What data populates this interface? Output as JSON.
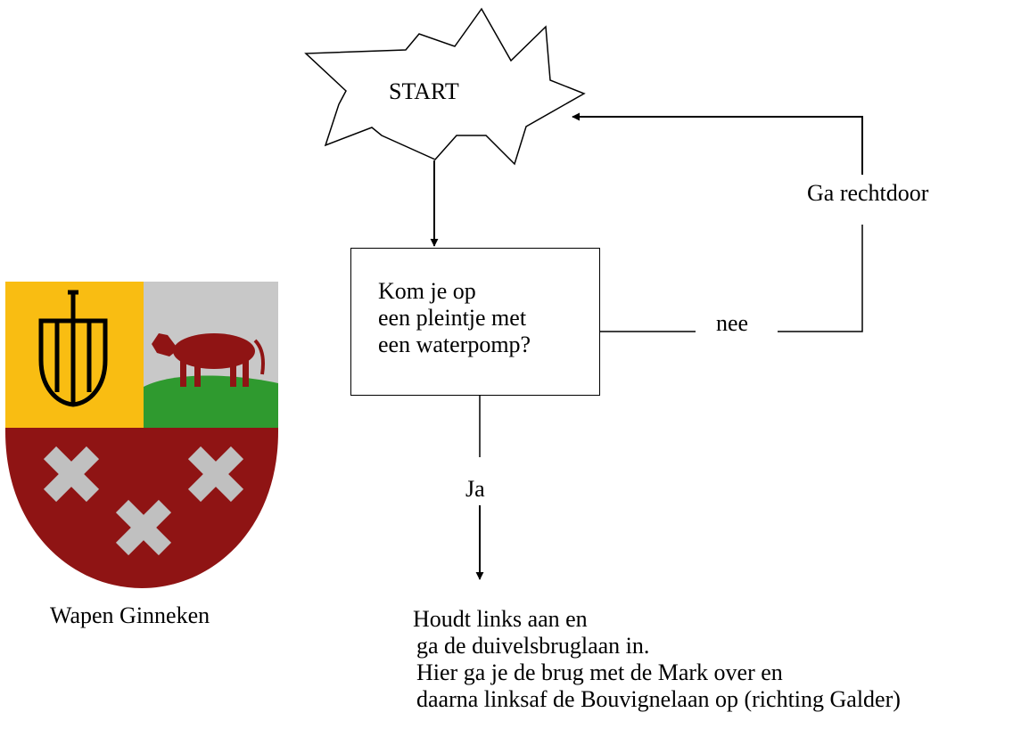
{
  "flowchart": {
    "start": "START",
    "question": [
      "Kom je op",
      "een pleintje met",
      "een waterpomp?"
    ],
    "no_label": "nee",
    "loop_action": "Ga rechtdoor",
    "yes_label": "Ja",
    "end_instructions": [
      "Houdt links aan en",
      "ga de duivelsbruglaan in.",
      "Hier ga je de brug met de Mark over en",
      "daarna linksaf de Bouvignelaan op (richting Galder)"
    ]
  },
  "coat_of_arms": {
    "caption": "Wapen Ginneken",
    "colors": {
      "gold": "#f9bd12",
      "silver": "#c8c8c8",
      "green": "#2f9a2f",
      "red": "#8f1414",
      "cow": "#8f1414",
      "cross": "#c0c0c0",
      "spade": "#000000"
    }
  }
}
